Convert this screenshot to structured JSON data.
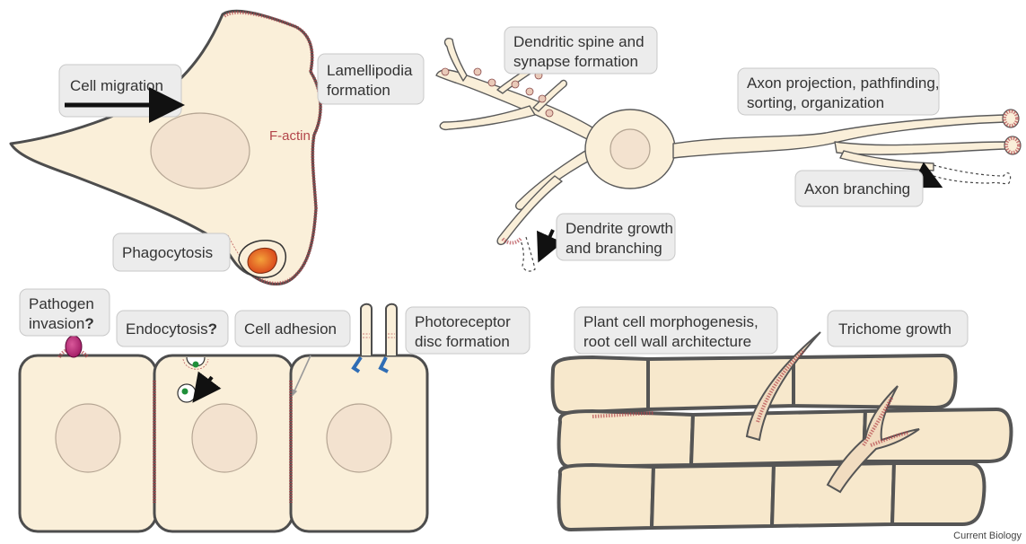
{
  "labels": {
    "cell_migration": "Cell migration",
    "lamellipodia_1": "Lamellipodia",
    "lamellipodia_2": "formation",
    "f_actin": "F-actin",
    "phagocytosis": "Phagocytosis",
    "dendritic_1": "Dendritic spine and",
    "dendritic_2": "synapse formation",
    "axon_projection_1": "Axon projection, pathfinding,",
    "axon_projection_2": "sorting, organization",
    "axon_branching": "Axon branching",
    "dendrite_growth_1": "Dendrite growth",
    "dendrite_growth_2": "and branching",
    "pathogen_1": "Pathogen",
    "pathogen_2": "invasion",
    "endocytosis": "Endocytosis",
    "question_mark": "?",
    "cell_adhesion": "Cell adhesion",
    "photoreceptor_1": "Photoreceptor",
    "photoreceptor_2": "disc formation",
    "plant_1": "Plant cell morphogenesis,",
    "plant_2": "root cell wall architecture",
    "trichome": "Trichome growth"
  },
  "credit": "Current Biology",
  "colors": {
    "cell_fill": "#faefd9",
    "nucleus_fill": "#f3e2cf",
    "actin": "#b3454a",
    "label_box": "#ececec",
    "outline": "#4d4d4d",
    "receptor_blue": "#2f6db5",
    "pathogen_magenta": "#b0206e",
    "vesicle_green": "#1f8f3a",
    "phagocytosed_orange": "#e0561b"
  },
  "icons": [
    "migration-arrow",
    "growth-arrow",
    "endocytosis-arrow",
    "adhesion-pointer"
  ]
}
